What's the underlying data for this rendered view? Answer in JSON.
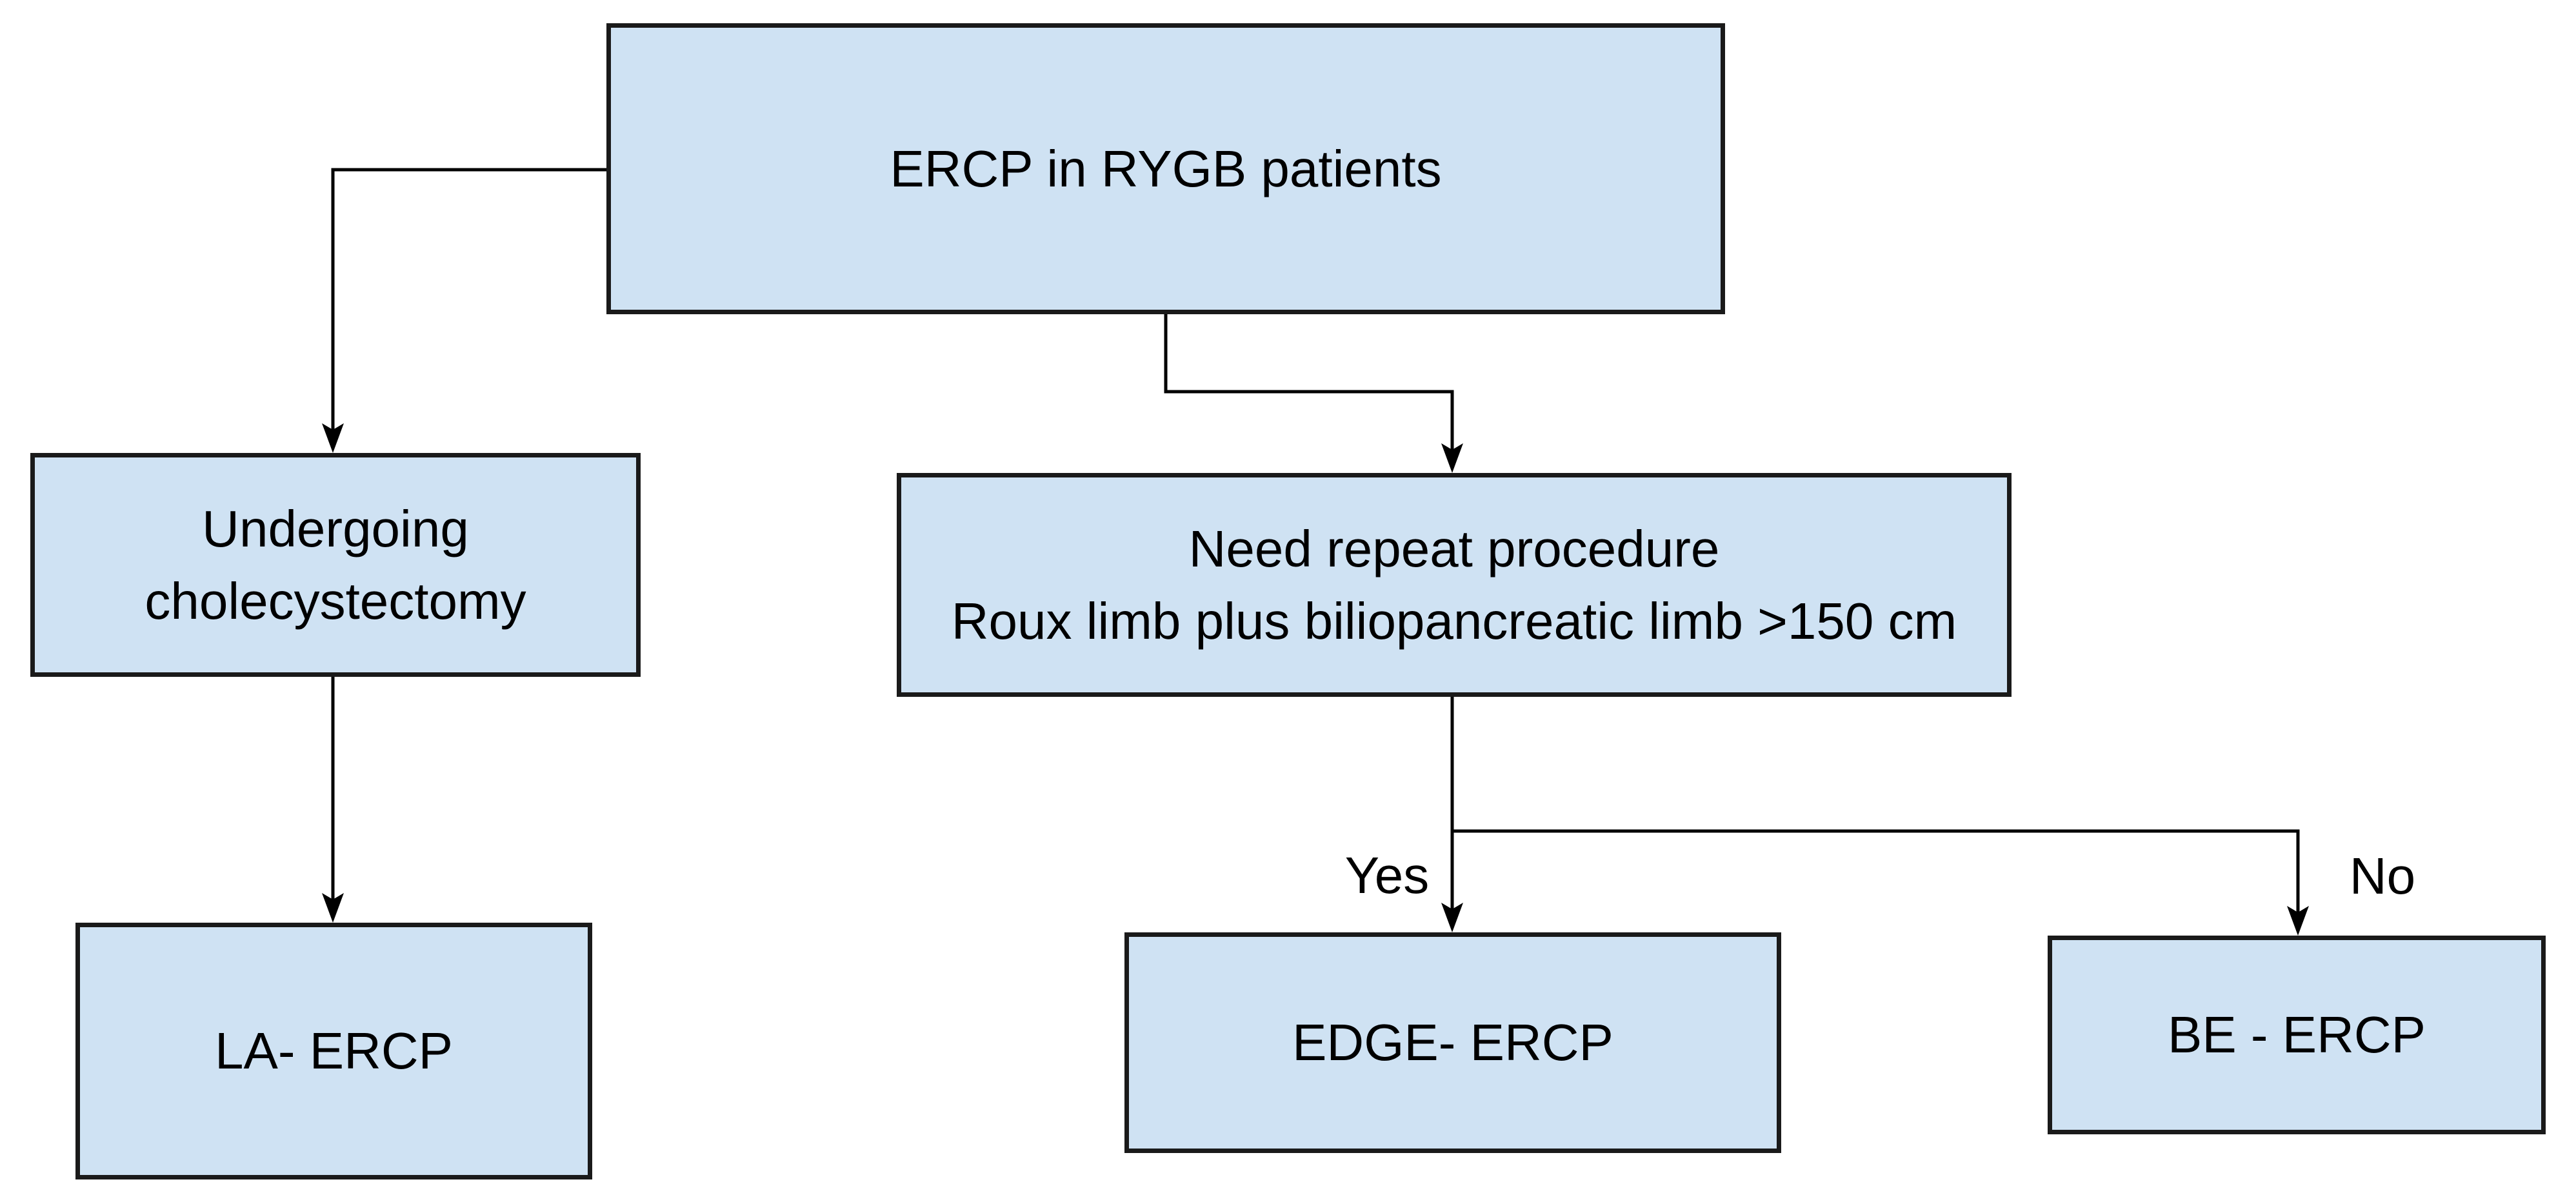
{
  "diagram": {
    "nodes": {
      "root": {
        "label": "ERCP in RYGB patients"
      },
      "cholecystectomy": {
        "label": "Undergoing\ncholecystectomy"
      },
      "repeat_procedure": {
        "label": "Need repeat procedure\nRoux limb plus biliopancreatic limb >150 cm"
      },
      "la_ercp": {
        "label": "LA- ERCP"
      },
      "edge_ercp": {
        "label": "EDGE- ERCP"
      },
      "be_ercp": {
        "label": "BE - ERCP"
      }
    },
    "edge_labels": {
      "yes": "Yes",
      "no": "No"
    },
    "colors": {
      "node_fill": "#cfe2f3",
      "node_border": "#1a1a1a",
      "line": "#000000",
      "text": "#000000",
      "background": "#ffffff"
    }
  }
}
